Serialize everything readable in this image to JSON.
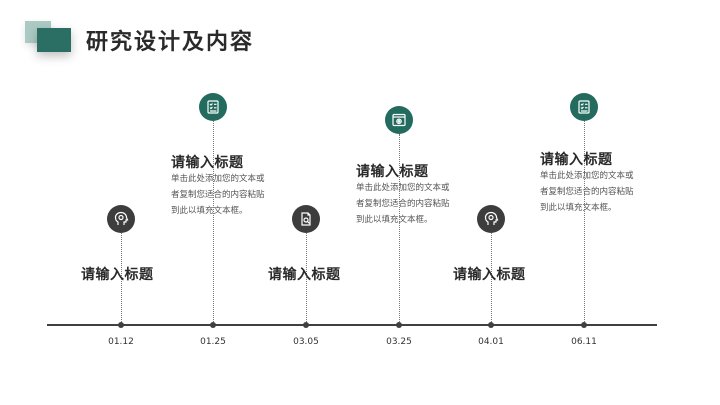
{
  "page": {
    "title": "研究设计及内容"
  },
  "timeline": {
    "dates": [
      "01.12",
      "01.25",
      "03.05",
      "03.25",
      "04.01",
      "06.11"
    ]
  },
  "items": [
    {
      "heading": "请输入标题",
      "icon": "head-gear-icon"
    },
    {
      "heading": "请输入标题",
      "body": "单击此处添加您的文本或\n者复制您适合的内容粘贴\n到此以填充文本框。",
      "icon": "checklist-icon"
    },
    {
      "heading": "请输入标题",
      "icon": "document-search-icon"
    },
    {
      "heading": "请输入标题",
      "body": "单击此处添加您的文本或\n者复制您适合的内容粘贴\n到此以填充文本框。",
      "icon": "browser-gear-icon"
    },
    {
      "heading": "请输入标题",
      "icon": "head-gear-icon"
    },
    {
      "heading": "请输入标题",
      "body": "单击此处添加您的文本或\n者复制您适合的内容粘贴\n到此以填充文本框。",
      "icon": "checklist-icon"
    }
  ],
  "colors": {
    "accent": "#236b5f",
    "dark": "#3d3d3d"
  }
}
